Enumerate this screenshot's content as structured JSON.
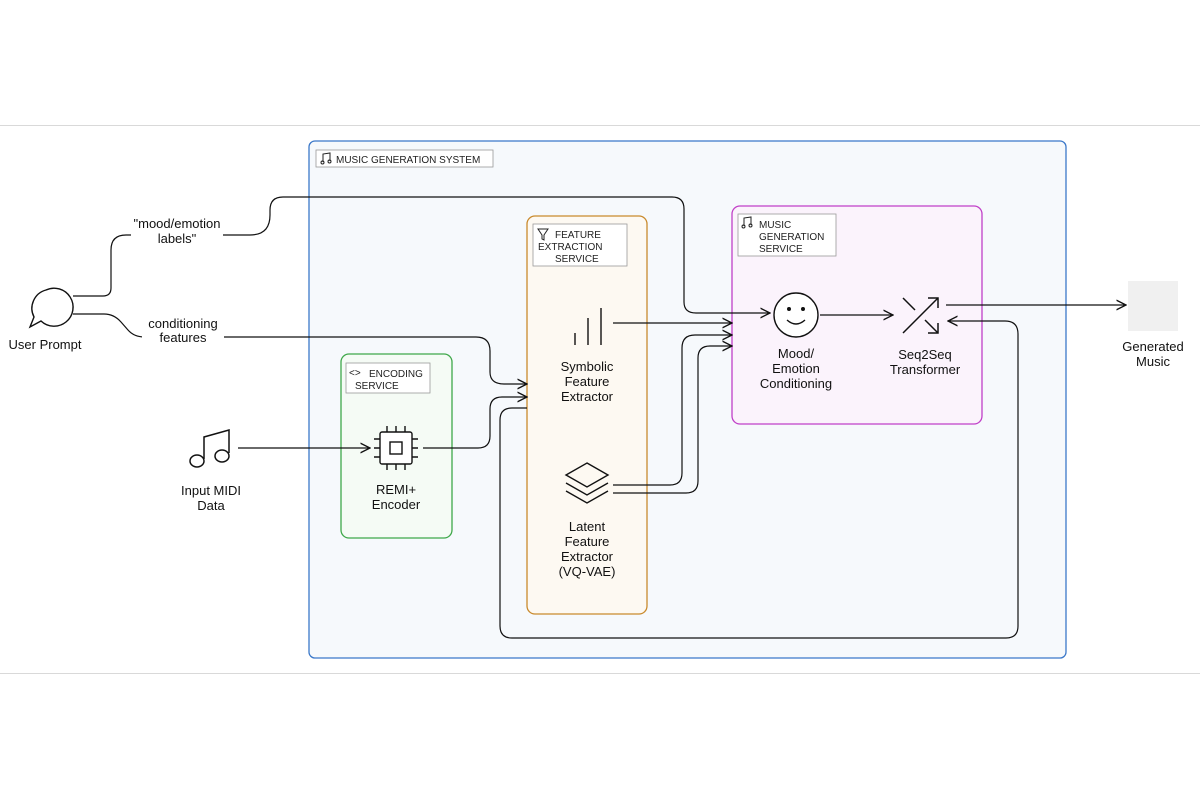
{
  "system": {
    "title": "MUSIC GENERATION SYSTEM"
  },
  "services": {
    "encoding": {
      "title_1": "ENCODING",
      "title_2": "SERVICE"
    },
    "feature_extraction": {
      "title_1": "FEATURE",
      "title_2": "EXTRACTION",
      "title_3": "SERVICE"
    },
    "music_generation": {
      "title_1": "MUSIC",
      "title_2": "GENERATION",
      "title_3": "SERVICE"
    }
  },
  "nodes": {
    "user_prompt": "User Prompt",
    "input_midi": {
      "line1": "Input MIDI",
      "line2": "Data"
    },
    "remi_encoder": {
      "line1": "REMI+",
      "line2": "Encoder"
    },
    "symbolic_extractor": {
      "line1": "Symbolic",
      "line2": "Feature",
      "line3": "Extractor"
    },
    "latent_extractor": {
      "line1": "Latent",
      "line2": "Feature",
      "line3": "Extractor",
      "line4": "(VQ-VAE)"
    },
    "mood_conditioning": {
      "line1": "Mood/",
      "line2": "Emotion",
      "line3": "Conditioning"
    },
    "seq2seq": {
      "line1": "Seq2Seq",
      "line2": "Transformer"
    },
    "generated_music": {
      "line1": "Generated",
      "line2": "Music"
    }
  },
  "edge_labels": {
    "mood_labels": {
      "line1": "\"mood/emotion",
      "line2": "labels\""
    },
    "conditioning_features": {
      "line1": "conditioning",
      "line2": "features"
    }
  },
  "colors": {
    "system_border": "#3b78c9",
    "system_fill": "#f6f9fc",
    "encoding_border": "#3fa84a",
    "encoding_fill": "#f5fbf5",
    "feature_border": "#c98a2d",
    "feature_fill": "#fdf9f2",
    "generation_border": "#c040c8",
    "generation_fill": "#fbf3fc"
  }
}
